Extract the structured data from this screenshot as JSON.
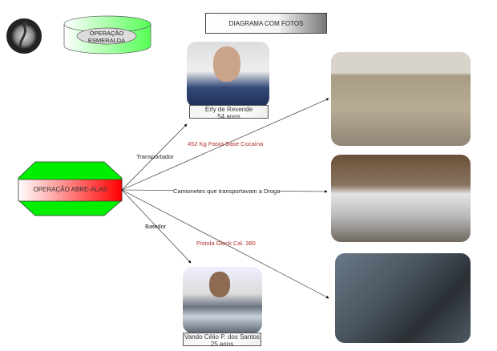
{
  "title": "DIAGRAMA COM FOTOS",
  "operation_group": "OPERAÇÃO ESMERALDA",
  "operation_main": "OPERAÇÃO ABRE-ALAS",
  "people": [
    {
      "name": "Erly de Rexende",
      "age": "54 anos",
      "role": "Transportador"
    },
    {
      "name": "Vando Célio P. dos Santos",
      "age": "25 anos",
      "role": "Batedor"
    }
  ],
  "evidence": [
    {
      "label": "452 Kg Pasta Base Cocaína",
      "color": "#b03030"
    },
    {
      "label": "Camionetes que transportavam a Droga",
      "color": "#222222"
    },
    {
      "label": "Pistola Glock Cal. 380",
      "color": "#b03030"
    }
  ]
}
